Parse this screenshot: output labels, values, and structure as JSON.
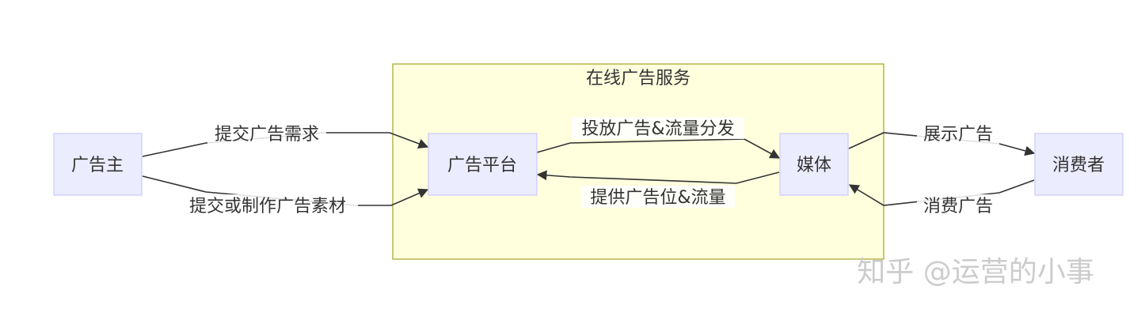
{
  "diagram": {
    "cluster": {
      "label": "在线广告服务"
    },
    "nodes": {
      "advertiser": "广告主",
      "platform": "广告平台",
      "media": "媒体",
      "consumer": "消费者"
    },
    "edges": {
      "submit_demand": "提交广告需求",
      "submit_material": "提交或制作广告素材",
      "deliver": "投放广告&流量分发",
      "provide": "提供广告位&流量",
      "display": "展示广告",
      "consume": "消费广告"
    }
  },
  "watermark": {
    "text": "知乎 @运营的小事"
  }
}
